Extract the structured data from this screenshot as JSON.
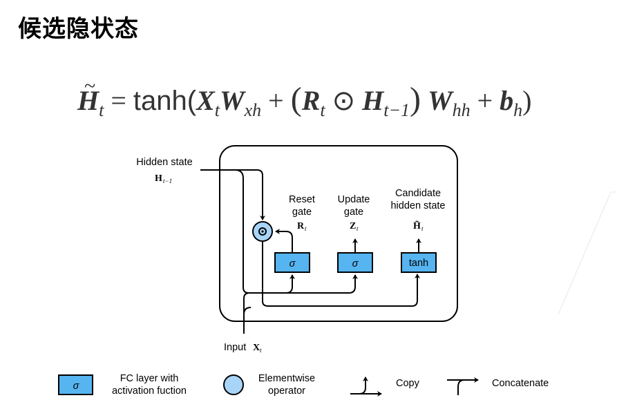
{
  "title": "候选隐状态",
  "formula": {
    "lhs": "H",
    "lhs_sub": "t",
    "eq": "=",
    "fn": "tanh(",
    "x": "X",
    "x_sub": "t",
    "wxh": "W",
    "wxh_sub": "xh",
    "plus1": "+",
    "lparen": "(",
    "r": "R",
    "r_sub": "t",
    "odot": "⊙",
    "h": "H",
    "h_sub": "t−1",
    "rparen": ")",
    "whh": "W",
    "whh_sub": "hh",
    "plus2": "+",
    "b": "b",
    "b_sub": "h",
    "close": ")"
  },
  "diagram": {
    "colors": {
      "fc_fill": "#56b4f0",
      "op_fill": "#a8d4f8",
      "stroke": "#000000"
    },
    "hidden_state": {
      "label": "Hidden state",
      "symbol": "H",
      "sub": "t−1"
    },
    "input": {
      "label": "Input",
      "symbol": "X",
      "sub": "t"
    },
    "reset_gate": {
      "line1": "Reset",
      "line2": "gate",
      "symbol": "R",
      "sub": "t",
      "box": "σ"
    },
    "update_gate": {
      "line1": "Update",
      "line2": "gate",
      "symbol": "Z",
      "sub": "t",
      "box": "σ"
    },
    "candidate": {
      "line1": "Candidate",
      "line2": "hidden state",
      "symbol": "H̃",
      "sub": "t",
      "box": "tanh"
    },
    "operator_symbol": "⊙"
  },
  "legend": {
    "fc": {
      "box": "σ",
      "line1": "FC layer with",
      "line2": "activation fuction"
    },
    "elementwise": {
      "line1": "Elementwise",
      "line2": "operator"
    },
    "copy": {
      "label": "Copy"
    },
    "concatenate": {
      "label": "Concatenate"
    }
  }
}
